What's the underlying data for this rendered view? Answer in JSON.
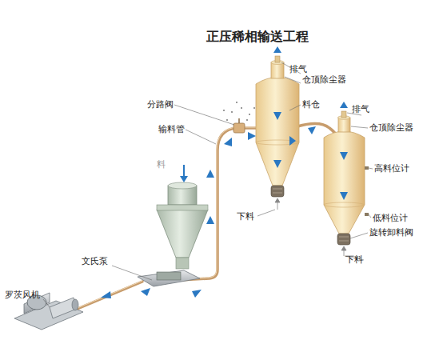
{
  "diagram": {
    "title": "正压稀相输送工程",
    "labels": [
      "排气",
      "仓顶除尘器",
      "分路阀",
      "料仓",
      "输料管",
      "排气",
      "仓顶除尘器",
      "料",
      "高料位计",
      "下料",
      "低料位计",
      "旋转卸料阀",
      "下料",
      "文氏泵",
      "罗茨风机"
    ]
  }
}
